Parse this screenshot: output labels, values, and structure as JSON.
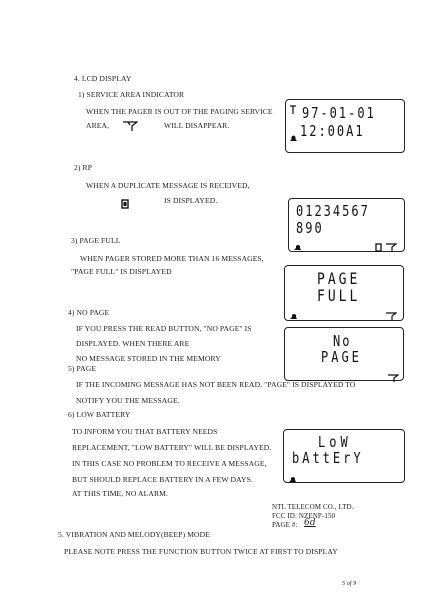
{
  "sections": {
    "lcd_heading": "4.   LCD DISPLAY",
    "service": {
      "heading": "1) SERVICE AREA INDICATOR",
      "line1": "WHEN THE PAGER IS OUT OF THE PAGING SERVICE",
      "line2_a": "AREA,",
      "line2_b": "WILL DISAPPEAR.",
      "lcd_line1": "97-01-01",
      "lcd_line2": "12:00A1"
    },
    "rp": {
      "heading": "2) RP",
      "line1": "WHEN A DUPLICATE MESSAGE IS RECEIVED,",
      "line2": "IS DISPLAYED.",
      "lcd_line1": "01234567",
      "lcd_line2": "890"
    },
    "page_full": {
      "heading": "3) PAGE FULL",
      "line1": "WHEN PAGER STORED MORE THAN 16 MESSAGES,",
      "line2": "\"PAGE FULL\" IS DISPLAYED",
      "lcd_line1": "PAGE",
      "lcd_line2": "FULL"
    },
    "no_page": {
      "heading": "4) NO PAGE",
      "line1": "IF YOU PRESS THE READ BUTTON, \"NO PAGE\" IS",
      "line2": "DISPLAYED. WHEN THERE ARE",
      "line3": "NO MESSAGE STORED IN THE MEMORY",
      "lcd_line1": "No",
      "lcd_line2": "PAGE"
    },
    "page": {
      "heading": "5) PAGE",
      "line1": "IF THE INCOMING MESSAGE HAS NOT BEEN READ, \"PAGE\" IS DISPLAYED TO",
      "line2": "NOTIFY YOU THE MESSAGE."
    },
    "low_battery": {
      "heading": "6) LOW BATTERY",
      "line1": "TO INFORM YOU THAT BATTERY NEEDS",
      "line2": "REPLACEMENT, \"LOW BATTERY\" WILL BE DISPLAYED.",
      "line3": "IN THIS CASE NO PROBLEM TO RECEIVE A MESSAGE,",
      "line4": "BUT SHOULD REPLACE BATTERY IN A FEW DAYS.",
      "line5": "AT THIS TIME, NO ALARM.",
      "lcd_line1": "LoW",
      "lcd_line2": "bAttErY"
    },
    "company": {
      "line1": "NTL TELECOM CO., LTD.",
      "line2": "FCC ID:  NZENP-150",
      "line3": "PAGE #:",
      "page_handwritten": "6d"
    },
    "vibration": {
      "heading": "5.   VIBRATION AND MELODY(BEEP) MODE",
      "line1": "PLEASE NOTE PRESS THE FUNCTION BUTTON TWICE AT FIRST TO DISPLAY"
    },
    "page_number": "5 of 9"
  }
}
